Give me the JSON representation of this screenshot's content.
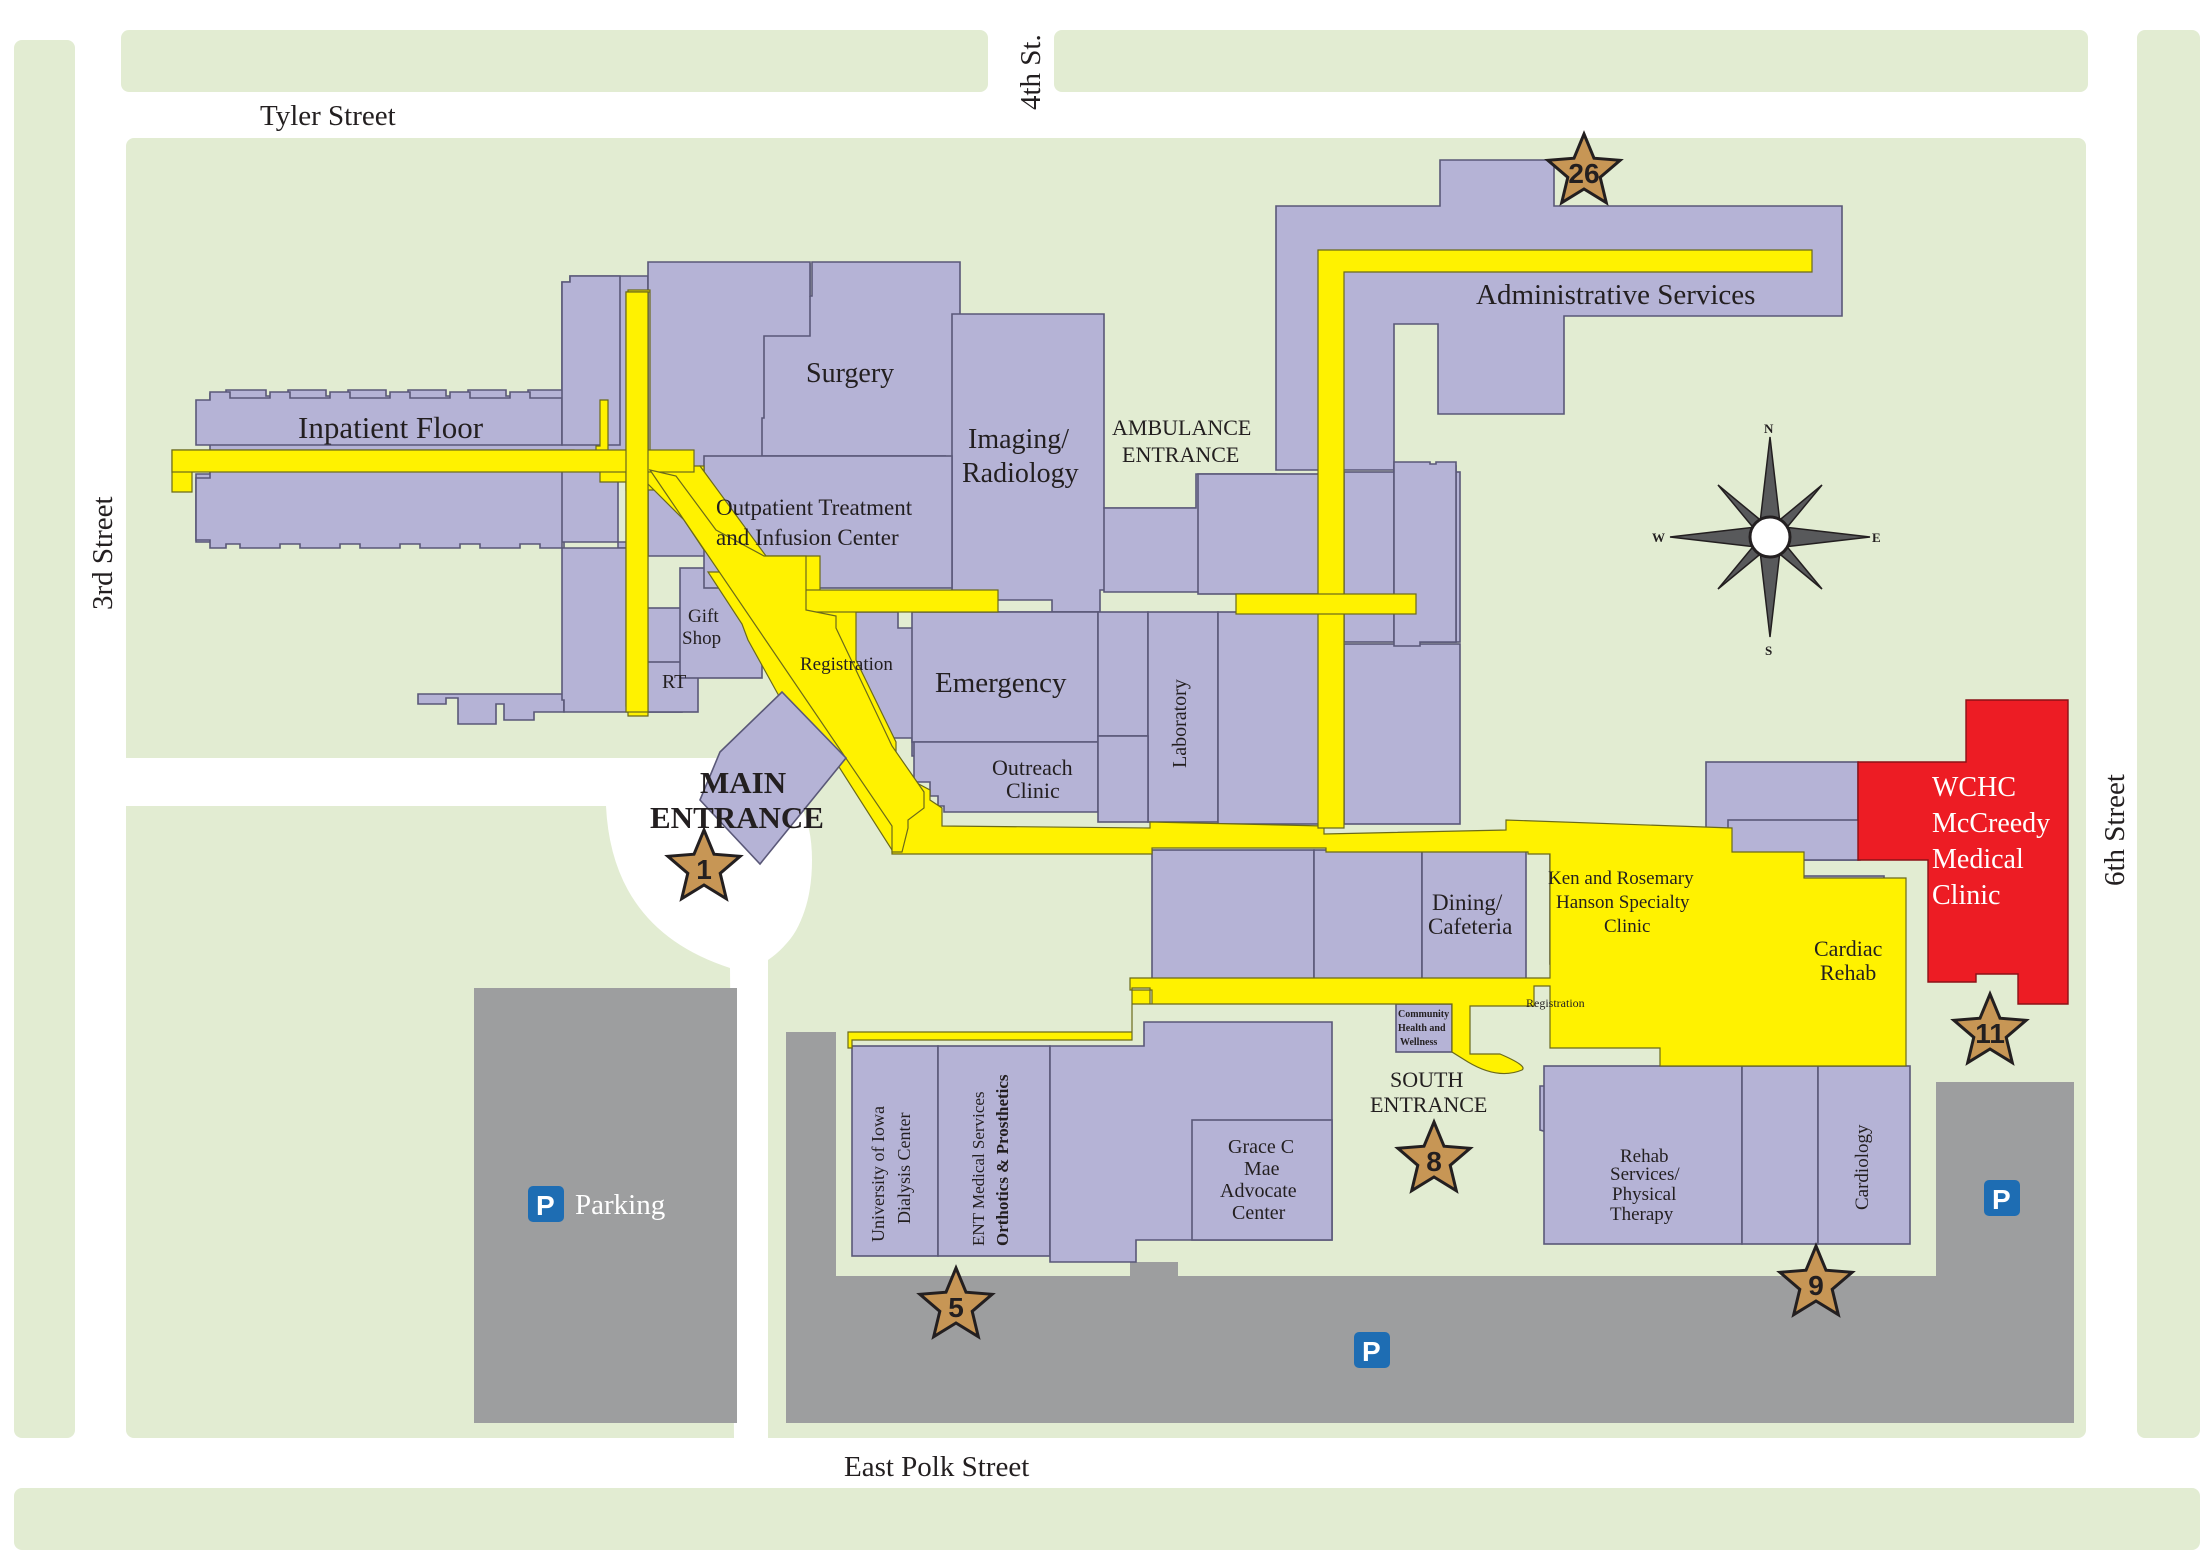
{
  "streets": {
    "tyler": "Tyler Street",
    "fourth": "4th St.",
    "third": "3rd Street",
    "sixth": "6th Street",
    "east_polk": "East Polk Street"
  },
  "areas": {
    "inpatient": "Inpatient Floor",
    "surgery": "Surgery",
    "imaging": [
      "Imaging/",
      "Radiology"
    ],
    "ambulance": [
      "AMBULANCE",
      "ENTRANCE"
    ],
    "admin": "Administrative Services",
    "outpatient": [
      "Outpatient Treatment",
      "and Infusion Center"
    ],
    "gift_shop": [
      "Gift",
      "Shop"
    ],
    "rt": "RT",
    "registration_main": "Registration",
    "emergency": "Emergency",
    "outreach": [
      "Outreach",
      "Clinic"
    ],
    "laboratory": "Laboratory",
    "main_entrance": [
      "MAIN",
      "ENTRANCE"
    ],
    "dining": [
      "Dining/",
      "Cafeteria"
    ],
    "hanson": [
      "Ken and Rosemary",
      "Hanson Specialty",
      "Clinic"
    ],
    "registration_south": "Registration",
    "community": [
      "Community",
      "Health and",
      "Wellness"
    ],
    "south_entrance": [
      "SOUTH",
      "ENTRANCE"
    ],
    "iowa_dialysis": [
      "University of Iowa",
      "Dialysis Center"
    ],
    "ent": [
      "ENT Medical Services",
      "Orthotics & Prosthetics"
    ],
    "grace": [
      "Grace C",
      "Mae",
      "Advocate",
      "Center"
    ],
    "rehab_services": [
      "Rehab",
      "Services/",
      "Physical",
      "Therapy"
    ],
    "cardiology": "Cardiology",
    "cardiac_rehab": [
      "Cardiac",
      "Rehab"
    ],
    "wchc": [
      "WCHC",
      "McCreedy",
      "Medical",
      "Clinic"
    ]
  },
  "parking": {
    "label": "Parking",
    "icon_letter": "P"
  },
  "stars": [
    "26",
    "1",
    "5",
    "8",
    "9",
    "11"
  ],
  "compass": {
    "n": "N",
    "s": "S",
    "e": "E",
    "w": "W"
  },
  "colors": {
    "grass": "#e2ecd2",
    "building": "#b5b3d6",
    "hallway": "#fff200",
    "parking_lot": "#9d9e9f",
    "wchc": "#ed1c24",
    "star": "#c79655",
    "parking_icon": "#1e6db3"
  },
  "icons": [
    "compass-rose-icon",
    "parking-icon",
    "star-marker-icon"
  ]
}
